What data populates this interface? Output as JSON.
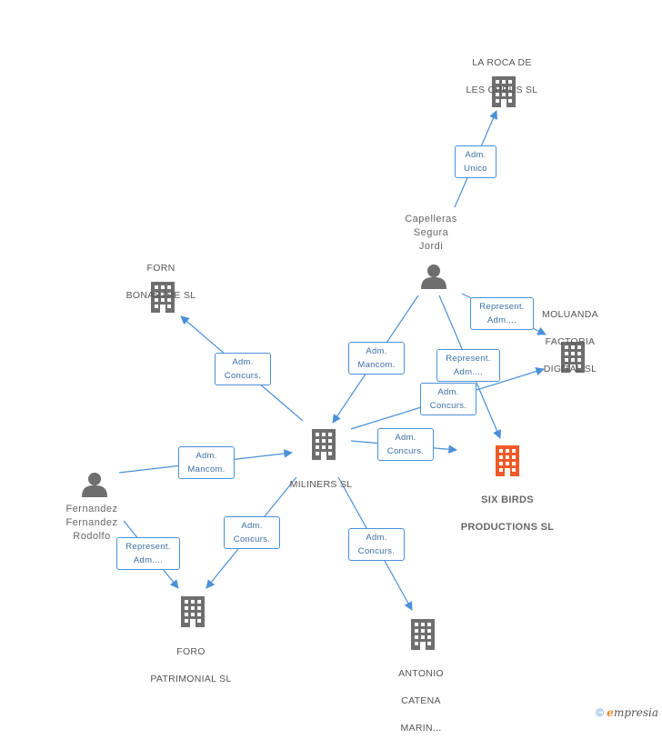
{
  "nodes": {
    "la_roca": {
      "label_l1": "LA ROCA DE",
      "label_l2": "LES CREUS SL"
    },
    "forn": {
      "label_l1": "FORN",
      "label_l2": "BONASTRE SL"
    },
    "moluanda": {
      "label_l1": "MOLUANDA",
      "label_l2": "FACTORIA",
      "label_l3": "DIGITAL SL"
    },
    "miliners": {
      "label_l1": "MILINERS SL"
    },
    "six_birds": {
      "label_l1": "SIX BIRDS",
      "label_l2": "PRODUCTIONS SL"
    },
    "foro": {
      "label_l1": "FORO",
      "label_l2": "PATRIMONIAL SL"
    },
    "antonio": {
      "label_l1": "ANTONIO",
      "label_l2": "CATENA",
      "label_l3": "MARIN..."
    }
  },
  "persons": {
    "capelleras": {
      "l1": "Capelleras",
      "l2": "Segura",
      "l3": "Jordi"
    },
    "fernandez": {
      "l1": "Fernandez",
      "l2": "Fernandez",
      "l3": "Rodolfo"
    }
  },
  "edges": {
    "cap_laroca": {
      "l1": "Adm.",
      "l2": "Unico"
    },
    "cap_moluanda": {
      "l1": "Represent.",
      "l2": "Adm...."
    },
    "cap_miliners": {
      "l1": "Adm.",
      "l2": "Mancom."
    },
    "cap_sixbirds": {
      "l1": "Represent.",
      "l2": "Adm...."
    },
    "mil_moluanda": {
      "l1": "Adm.",
      "l2": "Concurs."
    },
    "mil_sixbirds": {
      "l1": "Adm.",
      "l2": "Concurs."
    },
    "mil_forn": {
      "l1": "Adm.",
      "l2": "Concurs."
    },
    "fer_miliners": {
      "l1": "Adm.",
      "l2": "Mancom."
    },
    "fer_foro": {
      "l1": "Represent.",
      "l2": "Adm...."
    },
    "mil_foro": {
      "l1": "Adm.",
      "l2": "Concurs."
    },
    "mil_antonio": {
      "l1": "Adm.",
      "l2": "Concurs."
    }
  },
  "colors": {
    "edge": "#4a90d9",
    "building": "#6e6e6e",
    "focus_building": "#f05a28",
    "person": "#6e6e6e"
  },
  "footer": {
    "copyright": "©",
    "brand_first": "e",
    "brand_rest": "mpresia"
  }
}
